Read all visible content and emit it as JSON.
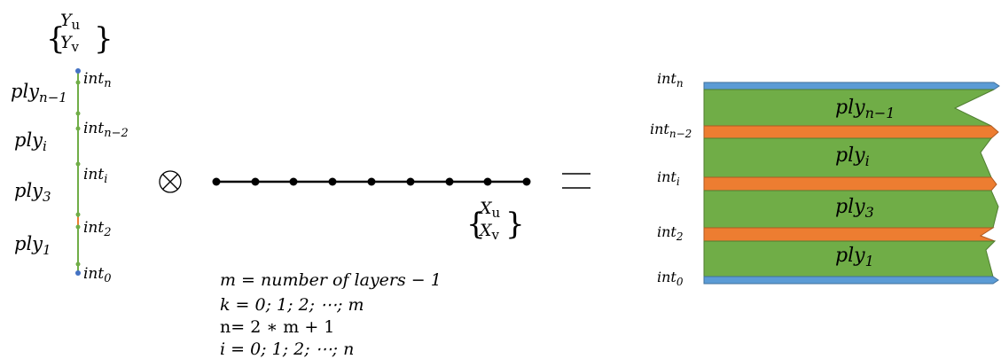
{
  "left_column": {
    "y_brace_top": "Y",
    "y_brace_top_sub": "u",
    "y_brace_bottom": "Y",
    "y_brace_bottom_sub": "v",
    "interfaces": [
      {
        "base": "int",
        "sub": "n"
      },
      {
        "base": "int",
        "sub": "n−2"
      },
      {
        "base": "int",
        "sub": "i"
      },
      {
        "base": "int",
        "sub": "2"
      },
      {
        "base": "int",
        "sub": "0"
      }
    ],
    "plies": [
      {
        "base": "ply",
        "sub": "n−1"
      },
      {
        "base": "ply",
        "sub": "i"
      },
      {
        "base": "ply",
        "sub": "3"
      },
      {
        "base": "ply",
        "sub": "1"
      }
    ]
  },
  "operator_symbol": "⊗",
  "middle": {
    "node_count": 9,
    "x_brace_top": "X",
    "x_brace_top_sub": "u",
    "x_brace_bottom": "X",
    "x_brace_bottom_sub": "v"
  },
  "equals_symbol": "=",
  "formulas": [
    "m = number of layers − 1",
    "k = 0; 1; 2; ⋯; m",
    "n= 2 ∗ m + 1",
    "i = 0; 1; 2; ⋯; n"
  ],
  "right_stack": {
    "interfaces": [
      {
        "base": "int",
        "sub": "n"
      },
      {
        "base": "int",
        "sub": "n−2"
      },
      {
        "base": "int",
        "sub": "i"
      },
      {
        "base": "int",
        "sub": "2"
      },
      {
        "base": "int",
        "sub": "0"
      }
    ],
    "plies": [
      {
        "base": "ply",
        "sub": "n−1"
      },
      {
        "base": "ply",
        "sub": "i"
      },
      {
        "base": "ply",
        "sub": "3"
      },
      {
        "base": "ply",
        "sub": "1"
      }
    ]
  },
  "colors": {
    "ply_green": "#70ad47",
    "ply_border": "#507e32",
    "interface_orange": "#ed7d31",
    "interface_orange_border": "#ae5a21",
    "surface_blue": "#5b9bd5",
    "surface_blue_border": "#41719c",
    "line_black": "#000000",
    "node_green": "#70ad47",
    "node_blue": "#4472c4"
  }
}
